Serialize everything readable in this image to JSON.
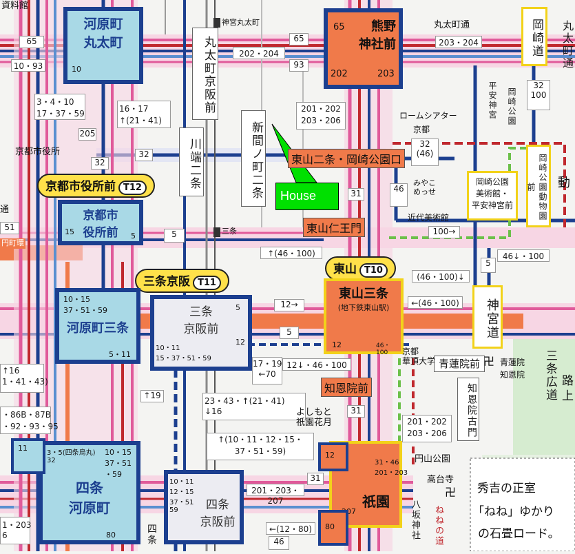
{
  "title_corner": "資料館",
  "labels": {
    "kawaramachi_marutamachi": "河原町\n丸太町",
    "kumano_jinjamae": "熊野\n神社前",
    "okazakimichi": "岡崎道",
    "marutamachi_keihan": "丸太町京阪前",
    "jingu_marutamachi": "神宮丸太町",
    "kawabata_nijo": "川端二条",
    "shinmonzen_nijo": "新間ノ町二条",
    "kyoto_shiyakusho": "京都市役所",
    "kyoto_shiyakushomae": "京都市役所前",
    "kyoto_shiyakushomae_stop": "京都市\n役所前",
    "sanjo_keihan": "三条京阪",
    "sanjo_keihanmae": "三条\n京阪前",
    "kawaramachi_sanjo": "河原町三条",
    "higashiyama": "東山",
    "higashiyama_sanjo": "東山三条",
    "higashiyama_sub": "(地下鉄東山駅)",
    "jingumichi": "神宮道",
    "shijo_kawaramachi": "四条\n河原町",
    "shijo_keihanmae": "四条\n京阪前",
    "gion": "祇園",
    "chionin_mae": "知恩院前",
    "higashiyama_nio": "東山仁王門",
    "higashiyama_nijo": "東山二条・岡崎公園口",
    "seiren_in_mae": "青蓮院前",
    "okazaki_park": "岡崎公園\n美術館・\n平安神宮前",
    "okazaki_zoo": "岡崎公園動物園前",
    "sanjo": "三条",
    "shijo": "四条",
    "marutamachi_dori": "丸太町通",
    "rohm_theater": "ロームシアター",
    "kyoto": "京都",
    "miyako_messe": "みやこめっせ",
    "kindai_bijutsukan": "近代美術館",
    "heian_jingu": "平安神宮",
    "okazaki_koen": "岡崎公園",
    "kyoto_kacho": "京都\n華頂大学",
    "yoshimoto": "よしもと\n祇園花月",
    "maruyama": "円山公園",
    "kodaiji": "高台寺",
    "hachisaka": "八坂神社",
    "nene_no_michi": "ねねの道",
    "seiren_in": "青蓮院",
    "chion_in": "知恩院",
    "sanjo_hirodo": "三条広道",
    "chionin_ichimon": "知恩院古門",
    "kyoto_kanonji": "京都市役所",
    "enmachi": "円町環",
    "do": "動",
    "rou": "路",
    "ue": "上",
    "tori": "通"
  },
  "house_label": "House",
  "route_badges": {
    "t12": "T12",
    "t11": "T11",
    "t10": "T10"
  },
  "route_numbers": {
    "r65a": "65",
    "r65b": "65",
    "r1093": "10・93",
    "r202204": "202・204",
    "r93": "93",
    "r203204": "203・204",
    "r10": "10",
    "r65c": "65",
    "r202": "202",
    "r203": "203",
    "r3410": "3・4・10\n17・37・59",
    "r205": "205",
    "r32a": "32",
    "r32b": "32",
    "r1617": "16・17\n↑(21・41)",
    "r201202": "201・202\n203・206",
    "r31a": "31",
    "r32100": "32\n100",
    "r3246": "32\n(46)",
    "r46": "46",
    "r100": "100→",
    "r46100a": "46↓・100",
    "r15": "15",
    "r51": "51",
    "r5a": "5",
    "r5b": "5",
    "r46100b": "↑(46・100)",
    "r46100c": "(46・100)↓",
    "r46100d": "←(46・100)",
    "r12arrow": "12→",
    "r5c": "5",
    "r5d": "5",
    "r12a": "12",
    "r46100e": "46・100",
    "r12b": "12",
    "r1015": "10・15\n37・51・59",
    "r511": "5・11",
    "r1011": "10・11\n15・37・51・59",
    "r1719": "17・19\n←70",
    "r1246": "12↓・46・100",
    "r19": "↑19",
    "r2343": "23・43・↑(21・41)\n↓16",
    "r101112": "↑(10・11・12・15・\n37・51・59)",
    "r16": "↑16\n1・41・43)",
    "r86": "・86B・87B\n・92・93・95",
    "r31b": "31",
    "r201206": "201・202\n203・206",
    "r11": "11",
    "r3532": "3・5(四条烏丸)\n32",
    "r1015b": "10・15\n37・51\n・59",
    "r80a": "80",
    "r1011b": "10・11\n12・15\n37・51\n59",
    "r201207": "201・203・207",
    "r12c": "12",
    "r3146": "31・46\n201・203",
    "r31c": "31",
    "r207": "207",
    "r80b": "80",
    "r1280": "←(12・80)",
    "r46b": "46",
    "r203left": "1・203\n6"
  },
  "promo": {
    "line1": "秀吉の正室",
    "line2": "「ねね」ゆかり",
    "line3": "の石畳ロード。"
  },
  "colors": {
    "navy": "#1c3f8f",
    "teal_stop": "#a9d9e6",
    "orange": "#f07a4a",
    "pink": "#e05a9a",
    "yellow": "#f2d21a",
    "green": "#00e000",
    "red": "#c0282e"
  },
  "icon_names": [
    "house-callout",
    "temple-icon",
    "subway-icon",
    "rail-station-icon"
  ]
}
